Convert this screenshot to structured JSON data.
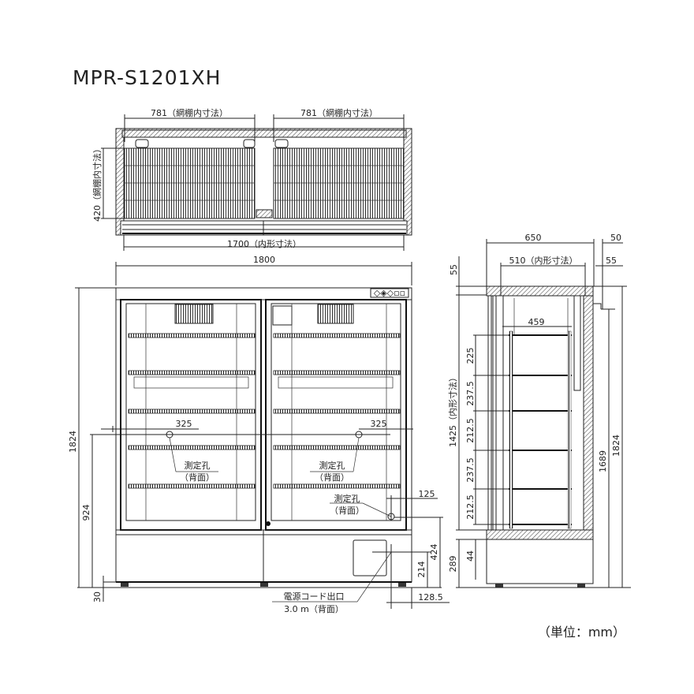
{
  "title": "MPR-S1201XH",
  "units": "（単位：mm）",
  "top_view": {
    "shelf_width_left": "781（網棚内寸法）",
    "shelf_width_right": "781（網棚内寸法）",
    "shelf_depth": "420（網棚内寸法）",
    "inner_width": "1700（内形寸法）",
    "outer_width": "1800"
  },
  "front_view": {
    "height": "1824",
    "hole_height": "924",
    "foot_height": "30",
    "hole_offset_left": "325",
    "hole_offset_right": "325",
    "hole_label": "測定孔",
    "hole_sub": "（背面）",
    "hole_label_2": "測定孔",
    "hole_sub_2": "（背面）",
    "hole_label_3": "測定孔",
    "hole_sub_3": "（背面）",
    "hole3_offset": "125",
    "hole3_height": "424",
    "cord_height": "214",
    "cord_offset": "128.5",
    "cord_label": "電源コード出口",
    "cord_sub": "3.0 m（背面）"
  },
  "side_view": {
    "depth": "650",
    "rear_offset": "50",
    "inner_depth": "510（内形寸法）",
    "rear_inner": "55",
    "top_thickness": "55",
    "inner_height": "1425（内形寸法）",
    "shelf_depth": "459",
    "spacings": [
      "225",
      "237.5",
      "212.5",
      "237.5",
      "212.5"
    ],
    "base_height": "289",
    "bottom_gap": "44",
    "handle_height": "1689",
    "height": "1824"
  }
}
